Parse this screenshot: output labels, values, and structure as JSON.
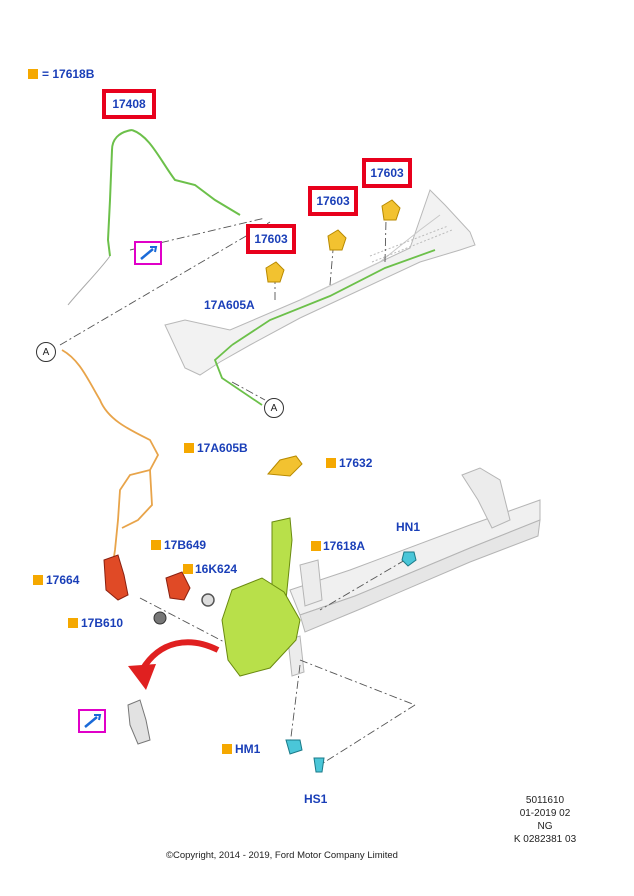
{
  "legend": {
    "label": "= 17618B",
    "color": "#f5a800"
  },
  "highlight_color": "#e8001c",
  "part_labels": {
    "p17408": "17408",
    "p17603_a": "17603",
    "p17603_b": "17603",
    "p17603_c": "17603",
    "p17A605A": "17A605A",
    "p17A605B": "17A605B",
    "p17632": "17632",
    "p17618A": "17618A",
    "p17B649": "17B649",
    "p16K624": "16K624",
    "p17664": "17664",
    "p17B610": "17B610",
    "pHN1": "HN1",
    "pHM1": "HM1",
    "pHS1": "HS1"
  },
  "connector_marks": {
    "top": "A",
    "bottom": "A"
  },
  "reference": {
    "line1": "5011610",
    "line2": "01-2019 02",
    "line3": "NG",
    "line4": "K 0282381 03"
  },
  "copyright": "©Copyright, 2014 - 2019, Ford Motor Company Limited"
}
